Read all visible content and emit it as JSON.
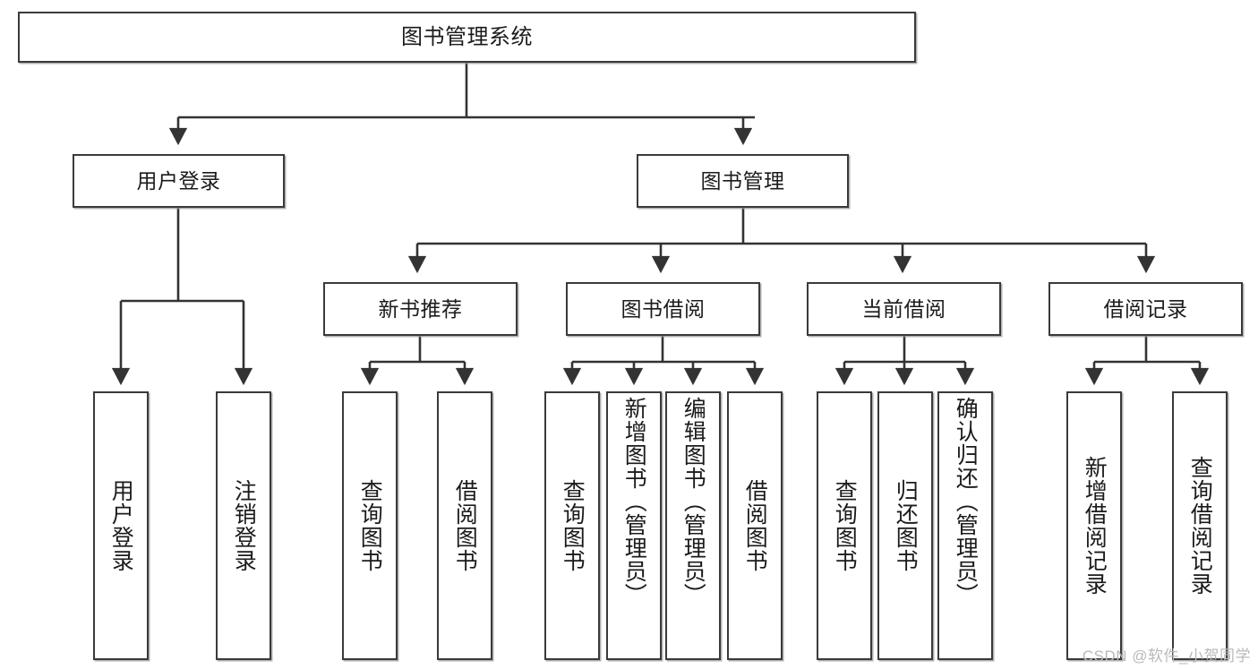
{
  "diagram": {
    "title": "图书管理系统",
    "type": "tree-hierarchy-diagram",
    "watermark": "CSDN @软件_小贺同学",
    "colors": {
      "background": "#ffffff",
      "node_border": "#3a3a3a",
      "node_fill": "#ffffff",
      "edge": "#333333",
      "text": "#1b1b1b",
      "watermark": "#b9b9b9"
    },
    "root": {
      "id": "root",
      "label": "图书管理系统"
    },
    "level2": [
      {
        "id": "user-login",
        "label": "用户登录"
      },
      {
        "id": "book-manage",
        "label": "图书管理"
      }
    ],
    "level3": [
      {
        "id": "new-book-rec",
        "label": "新书推荐"
      },
      {
        "id": "book-borrow",
        "label": "图书借阅"
      },
      {
        "id": "current-borrow",
        "label": "当前借阅"
      },
      {
        "id": "borrow-record",
        "label": "借阅记录"
      }
    ],
    "leaves": {
      "user_login": [
        {
          "id": "leaf-user-login",
          "label": "用户登录"
        },
        {
          "id": "leaf-logout",
          "label": "注销登录"
        }
      ],
      "new_book_rec": [
        {
          "id": "leaf-query-book-1",
          "label": "查询图书"
        },
        {
          "id": "leaf-borrow-book-1",
          "label": "借阅图书"
        }
      ],
      "book_borrow": [
        {
          "id": "leaf-query-book-2",
          "label": "查询图书"
        },
        {
          "id": "leaf-add-book",
          "label": "新增图书（管理员）"
        },
        {
          "id": "leaf-edit-book",
          "label": "编辑图书（管理员）"
        },
        {
          "id": "leaf-borrow-book-2",
          "label": "借阅图书"
        }
      ],
      "current_borrow": [
        {
          "id": "leaf-query-book-3",
          "label": "查询图书"
        },
        {
          "id": "leaf-return-book",
          "label": "归还图书"
        },
        {
          "id": "leaf-confirm-return",
          "label": "确认归还（管理员）"
        }
      ],
      "borrow_record": [
        {
          "id": "leaf-add-record",
          "label": "新增借阅记录"
        },
        {
          "id": "leaf-query-record",
          "label": "查询借阅记录"
        }
      ]
    }
  }
}
